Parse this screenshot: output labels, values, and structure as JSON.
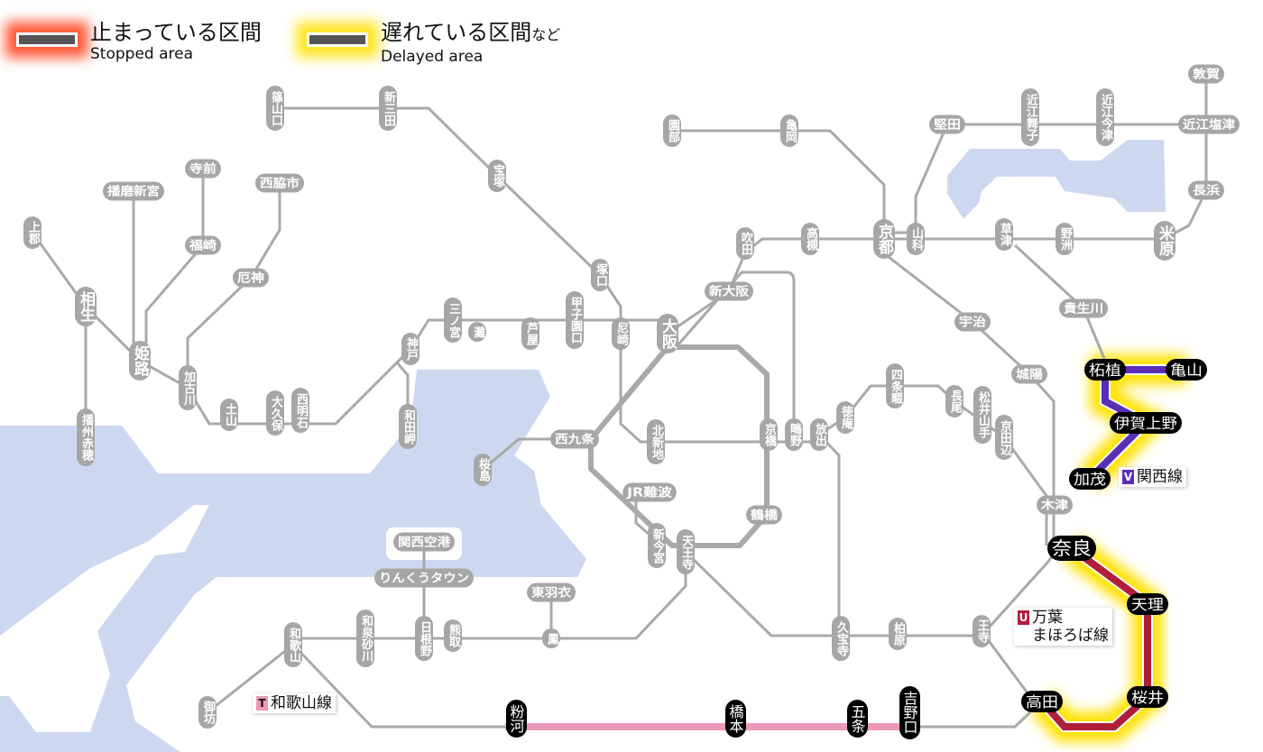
{
  "legend": {
    "stopped": {
      "ja": "止まっている区間",
      "en": "Stopped area",
      "color": "#ff3c14"
    },
    "delayed": {
      "ja": "遅れている区間",
      "ja_suffix": "など",
      "en": "Delayed area",
      "color": "#ffe100"
    }
  },
  "colors": {
    "water": "#cdd8f0",
    "line": "#a9a9a9",
    "station": "#a6a6a6",
    "kansai": "#5a2fb5",
    "manyo": "#b01e3a",
    "wakayama": "#ec98b8"
  },
  "line_labels": {
    "kansai": {
      "badge": "V",
      "name": "関西線"
    },
    "manyo": {
      "badge": "U",
      "name_1": "万葉",
      "name_2": "まほろば線"
    },
    "wakayama": {
      "badge": "T",
      "name": "和歌山線"
    }
  },
  "stations": [
    {
      "name": "篠山口",
      "status": "normal"
    },
    {
      "name": "新三田",
      "status": "normal"
    },
    {
      "name": "宝塚",
      "status": "normal"
    },
    {
      "name": "塚口",
      "status": "normal"
    },
    {
      "name": "尼崎",
      "status": "normal"
    },
    {
      "name": "大阪",
      "status": "normal",
      "major": true
    },
    {
      "name": "新大阪",
      "status": "normal"
    },
    {
      "name": "吹田",
      "status": "normal"
    },
    {
      "name": "高槻",
      "status": "normal"
    },
    {
      "name": "京都",
      "status": "normal",
      "major": true
    },
    {
      "name": "山科",
      "status": "normal"
    },
    {
      "name": "園部",
      "status": "normal"
    },
    {
      "name": "亀岡",
      "status": "normal"
    },
    {
      "name": "堅田",
      "status": "normal"
    },
    {
      "name": "近江舞子",
      "status": "normal"
    },
    {
      "name": "近江今津",
      "status": "normal"
    },
    {
      "name": "近江塩津",
      "status": "normal"
    },
    {
      "name": "敦賀",
      "status": "normal"
    },
    {
      "name": "長浜",
      "status": "normal"
    },
    {
      "name": "米原",
      "status": "normal",
      "major": true
    },
    {
      "name": "野洲",
      "status": "normal"
    },
    {
      "name": "草津",
      "status": "normal"
    },
    {
      "name": "宇治",
      "status": "normal"
    },
    {
      "name": "貴生川",
      "status": "normal"
    },
    {
      "name": "城陽",
      "status": "normal"
    },
    {
      "name": "柘植",
      "status": "delayed"
    },
    {
      "name": "亀山",
      "status": "delayed"
    },
    {
      "name": "伊賀上野",
      "status": "delayed"
    },
    {
      "name": "加茂",
      "status": "delayed"
    },
    {
      "name": "木津",
      "status": "normal"
    },
    {
      "name": "奈良",
      "status": "delayed",
      "major": true
    },
    {
      "name": "天理",
      "status": "delayed"
    },
    {
      "name": "桜井",
      "status": "delayed"
    },
    {
      "name": "高田",
      "status": "delayed"
    },
    {
      "name": "王寺",
      "status": "normal"
    },
    {
      "name": "柏原",
      "status": "normal"
    },
    {
      "name": "久宝寺",
      "status": "normal"
    },
    {
      "name": "吉野口",
      "status": "stopped"
    },
    {
      "name": "五条",
      "status": "stopped"
    },
    {
      "name": "橋本",
      "status": "stopped"
    },
    {
      "name": "粉河",
      "status": "stopped"
    },
    {
      "name": "御坊",
      "status": "normal"
    },
    {
      "name": "和歌山",
      "status": "normal"
    },
    {
      "name": "和泉砂川",
      "status": "normal"
    },
    {
      "name": "日根野",
      "status": "normal"
    },
    {
      "name": "熊取",
      "status": "normal"
    },
    {
      "name": "鳳",
      "status": "normal"
    },
    {
      "name": "東羽衣",
      "status": "normal"
    },
    {
      "name": "りんくうタウン",
      "status": "normal"
    },
    {
      "name": "関西空港",
      "status": "normal"
    },
    {
      "name": "天王寺",
      "status": "normal"
    },
    {
      "name": "新今宮",
      "status": "normal"
    },
    {
      "name": "JR難波",
      "status": "normal"
    },
    {
      "name": "鶴橋",
      "status": "normal"
    },
    {
      "name": "京橋",
      "status": "normal"
    },
    {
      "name": "鴫野",
      "status": "normal"
    },
    {
      "name": "放出",
      "status": "normal"
    },
    {
      "name": "徳庵",
      "status": "normal"
    },
    {
      "name": "四条畷",
      "status": "normal"
    },
    {
      "name": "長尾",
      "status": "normal"
    },
    {
      "name": "松井山手",
      "status": "normal"
    },
    {
      "name": "京田辺",
      "status": "normal"
    },
    {
      "name": "北新地",
      "status": "normal"
    },
    {
      "name": "西九条",
      "status": "normal"
    },
    {
      "name": "桜島",
      "status": "normal"
    },
    {
      "name": "甲子園口",
      "status": "normal"
    },
    {
      "name": "芦屋",
      "status": "normal"
    },
    {
      "name": "灘",
      "status": "normal"
    },
    {
      "name": "三ノ宮",
      "status": "normal"
    },
    {
      "name": "神戸",
      "status": "normal"
    },
    {
      "name": "和田岬",
      "status": "normal"
    },
    {
      "name": "西明石",
      "status": "normal"
    },
    {
      "name": "大久保",
      "status": "normal"
    },
    {
      "name": "土山",
      "status": "normal"
    },
    {
      "name": "加古川",
      "status": "normal"
    },
    {
      "name": "姫路",
      "status": "normal",
      "major": true
    },
    {
      "name": "相生",
      "status": "normal",
      "major": true
    },
    {
      "name": "上郡",
      "status": "normal"
    },
    {
      "name": "播州赤穂",
      "status": "normal"
    },
    {
      "name": "播磨新宮",
      "status": "normal"
    },
    {
      "name": "寺前",
      "status": "normal"
    },
    {
      "name": "福崎",
      "status": "normal"
    },
    {
      "name": "西脇市",
      "status": "normal"
    },
    {
      "name": "厄神",
      "status": "normal"
    }
  ]
}
